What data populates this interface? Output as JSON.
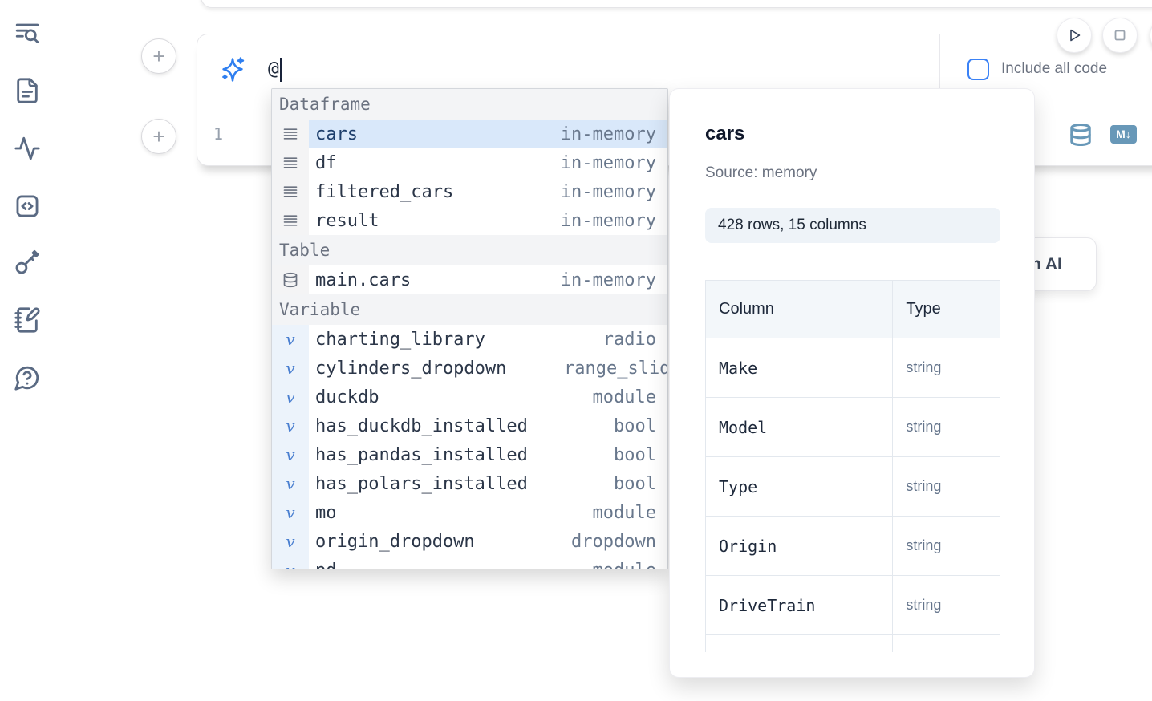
{
  "sidebar": {
    "icons": [
      "text-search",
      "file-text",
      "activity",
      "code-square",
      "key",
      "notebook-pen",
      "help-circle"
    ]
  },
  "controls": {
    "plus": "+",
    "markdown_badge": "M↓"
  },
  "cell": {
    "ai_prompt": {
      "value": "@"
    },
    "include_all_code_label": "Include all code",
    "line_number": "1"
  },
  "completion": {
    "sections": [
      {
        "label": "Dataframe",
        "icon": "rows",
        "items": [
          {
            "name": "cars",
            "type": "in-memory",
            "selected": true
          },
          {
            "name": "df",
            "type": "in-memory"
          },
          {
            "name": "filtered_cars",
            "type": "in-memory"
          },
          {
            "name": "result",
            "type": "in-memory"
          }
        ]
      },
      {
        "label": "Table",
        "icon": "database",
        "items": [
          {
            "name": "main.cars",
            "type": "in-memory"
          }
        ]
      },
      {
        "label": "Variable",
        "icon": "variable",
        "items": [
          {
            "name": "charting_library",
            "type": "radio"
          },
          {
            "name": "cylinders_dropdown",
            "type": "range_slider",
            "type_overflow": true
          },
          {
            "name": "duckdb",
            "type": "module"
          },
          {
            "name": "has_duckdb_installed",
            "type": "bool"
          },
          {
            "name": "has_pandas_installed",
            "type": "bool"
          },
          {
            "name": "has_polars_installed",
            "type": "bool"
          },
          {
            "name": "mo",
            "type": "module"
          },
          {
            "name": "origin_dropdown",
            "type": "dropdown"
          },
          {
            "name": "pd",
            "type": "module"
          }
        ]
      }
    ]
  },
  "preview": {
    "title": "cars",
    "source": "Source: memory",
    "shape": "428 rows, 15 columns",
    "table": {
      "headers": [
        "Column",
        "Type"
      ],
      "rows": [
        [
          "Make",
          "string"
        ],
        [
          "Model",
          "string"
        ],
        [
          "Type",
          "string"
        ],
        [
          "Origin",
          "string"
        ],
        [
          "DriveTrain",
          "string"
        ]
      ]
    }
  },
  "ai_button": {
    "visible_label": "h AI"
  },
  "colors": {
    "accent_blue": "#3b82f6",
    "sparkle_blue": "#2f7ff0",
    "selection_bg": "#d9e8fa",
    "steel_blue": "#6898b8",
    "text_dark": "#1e293b",
    "text_gray": "#6b7280",
    "type_gray": "#68778c",
    "section_bg": "#f3f4f6",
    "variable_blue": "#4a7fd0"
  }
}
